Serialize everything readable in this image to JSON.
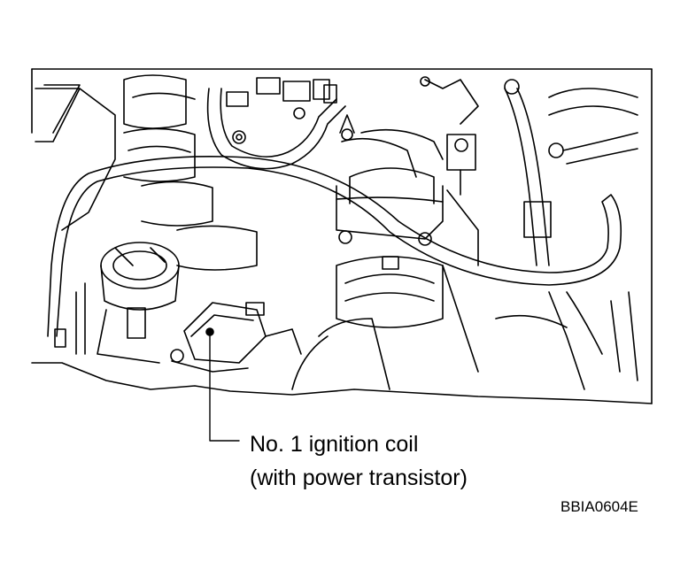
{
  "figure": {
    "callout_line1": "No. 1 ignition coil",
    "callout_line2": "(with power transistor)",
    "code": "BBIA0604E"
  },
  "colors": {
    "ink": "#000000",
    "paper": "#ffffff"
  }
}
